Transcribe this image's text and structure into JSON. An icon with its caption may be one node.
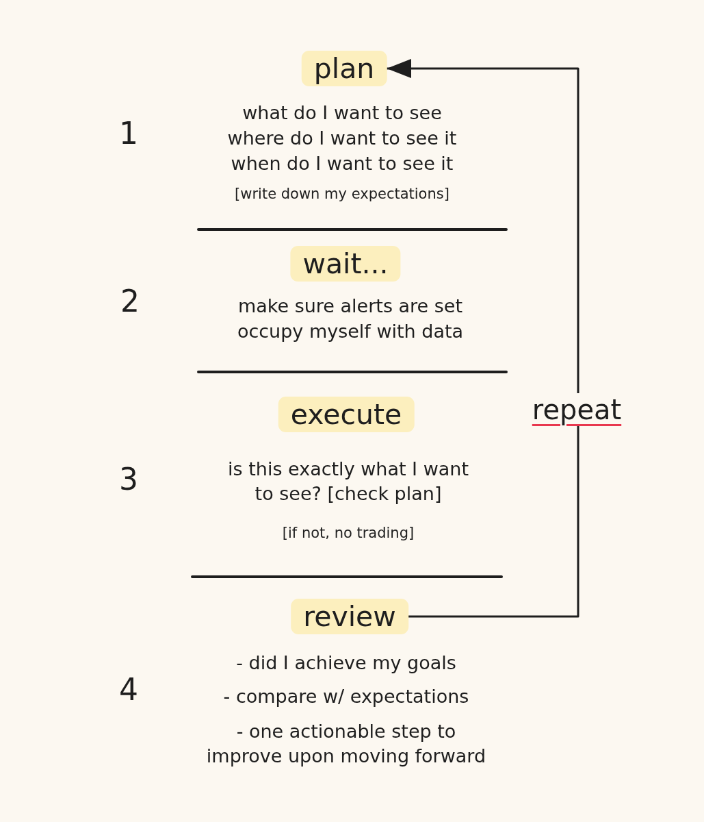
{
  "diagram": {
    "nodes": [
      {
        "text": [
          "plan"
        ],
        "beside": [
          "what do I want to see",
          "where do I want to see it",
          "when do I want to see it",
          "[write down my expectations]"
        ]
      },
      {
        "text": [
          "wait..."
        ],
        "beside": [
          "make sure alerts are set",
          "occupy myself with data"
        ]
      },
      {
        "text": [
          "execute"
        ],
        "beside": [
          "is this exactly what I want to see? [check plan]",
          "[if not, no trading]"
        ]
      },
      {
        "text": [
          "review"
        ],
        "beside": [
          "- did I achieve my goals",
          "- compare w/ expectations",
          "- one actionable step to improve upon moving forward"
        ]
      }
    ],
    "edges": [
      {
        "from": 3,
        "to": 0,
        "arrow": "to",
        "label": "repeat"
      }
    ],
    "labels": [
      "1",
      "2",
      "3",
      "4"
    ]
  }
}
